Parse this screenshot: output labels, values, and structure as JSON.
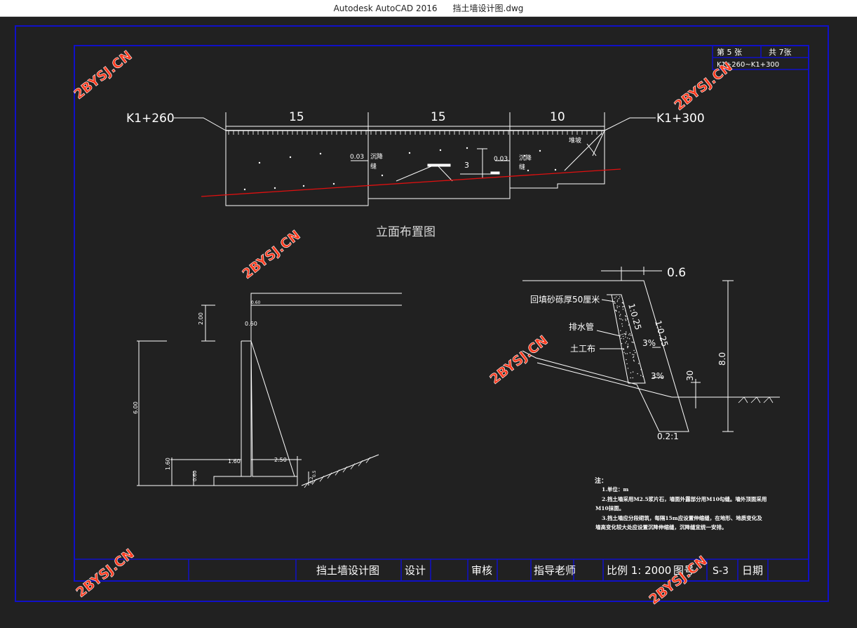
{
  "window": {
    "app": "Autodesk AutoCAD 2016",
    "file": "挡土墙设计图.dwg"
  },
  "sheet": {
    "sheet_no": "第 5 张",
    "total": "共 7张",
    "station_range": "K1+260~K1+300"
  },
  "elevation": {
    "station_left": "K1+260",
    "station_right": "K1+300",
    "dim1": "15",
    "dim2": "15",
    "dim3": "10",
    "gap1": "0.03",
    "gap2": "0.03",
    "joint1_a": "沉降",
    "joint1_b": "缝",
    "joint2_a": "沉降",
    "joint2_b": "缝",
    "step": "3",
    "slope_label": "堆坡",
    "title": "立面布置图"
  },
  "section_left": {
    "d_top": "2.00",
    "d_cap": "0.60",
    "d_cap2": "0.60",
    "d_height": "6.00",
    "d_footing": "1.60",
    "d_toe": "1.60",
    "d_heel": "2.50",
    "d_base": "0.60",
    "d_slope": "0.5",
    "d_slope2": "0.2"
  },
  "section_right": {
    "top_width": "0.6",
    "backfill": "回填砂砾厚50厘米",
    "drain": "排水管",
    "geotextile": "土工布",
    "slope1": "1:0.25",
    "slope2": "1:0.25",
    "pct1": "3%",
    "pct2": "3%",
    "d30": "30",
    "d80": "8.0",
    "base_slope": "0.2:1"
  },
  "notes": {
    "title": "注：",
    "line1": "1.单位：m",
    "line2": "2.挡土墙采用M2.5浆片石，墙面外露部分用M10勾缝。墙外顶面采用",
    "line3": "M10抹面。",
    "line4": "3.挡土墙应分段砌筑，每隔15m应设置伸缩缝，在地形、地质变化及",
    "line5": "墙高变化较大处应设置沉降伸缩缝，沉降缝宜统一安排。"
  },
  "title_block": {
    "drawing": "挡土墙设计图",
    "design": "设计",
    "review": "审核",
    "advisor": "指导老师",
    "scale": "比例 1: 2000",
    "fig": "图号",
    "fig_no": "S-3",
    "date": "日期"
  },
  "watermarks": [
    "2BYSJ.CN",
    "2BYSJ.CN",
    "2BYSJ.CN",
    "2BYSJ.CN",
    "2BYSJ.CN",
    "2BYSJ.CN"
  ],
  "colors": {
    "background": "#212121",
    "frame": "#1010c8",
    "lines": "#ffffff",
    "ground_line": "#e01010",
    "watermark": "#ff3b1f"
  }
}
